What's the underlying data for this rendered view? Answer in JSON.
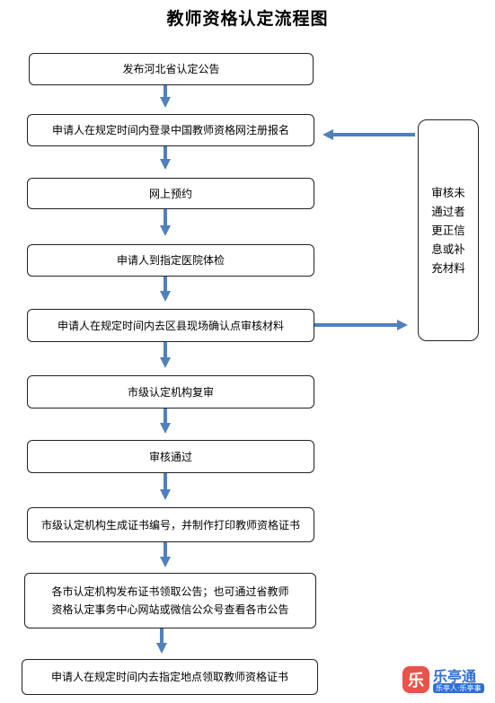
{
  "title": "教师资格认定流程图",
  "steps": [
    "发布河北省认定公告",
    "申请人在规定时间内登录中国教师资格网注册报名",
    "网上预约",
    "申请人到指定医院体检",
    "申请人在规定时间内去区县现场确认点审核材料",
    "市级认定机构复审",
    "审核通过",
    "市级认定机构生成证书编号，并制作打印教师资格证书",
    "各市认定机构发布证书领取公告；也可通过省教师资格认定事务中心网站或微信公众号查看各市公告",
    "申请人在规定时间内去指定地点领取教师资格证书"
  ],
  "side_note": "审核未通过者更正信息或补充材料",
  "watermark": {
    "icon_char": "乐",
    "name": "乐亭通",
    "sub": "乐亭人·乐亭事"
  },
  "colors": {
    "arrow": "#4f81bd",
    "border": "#222222"
  }
}
